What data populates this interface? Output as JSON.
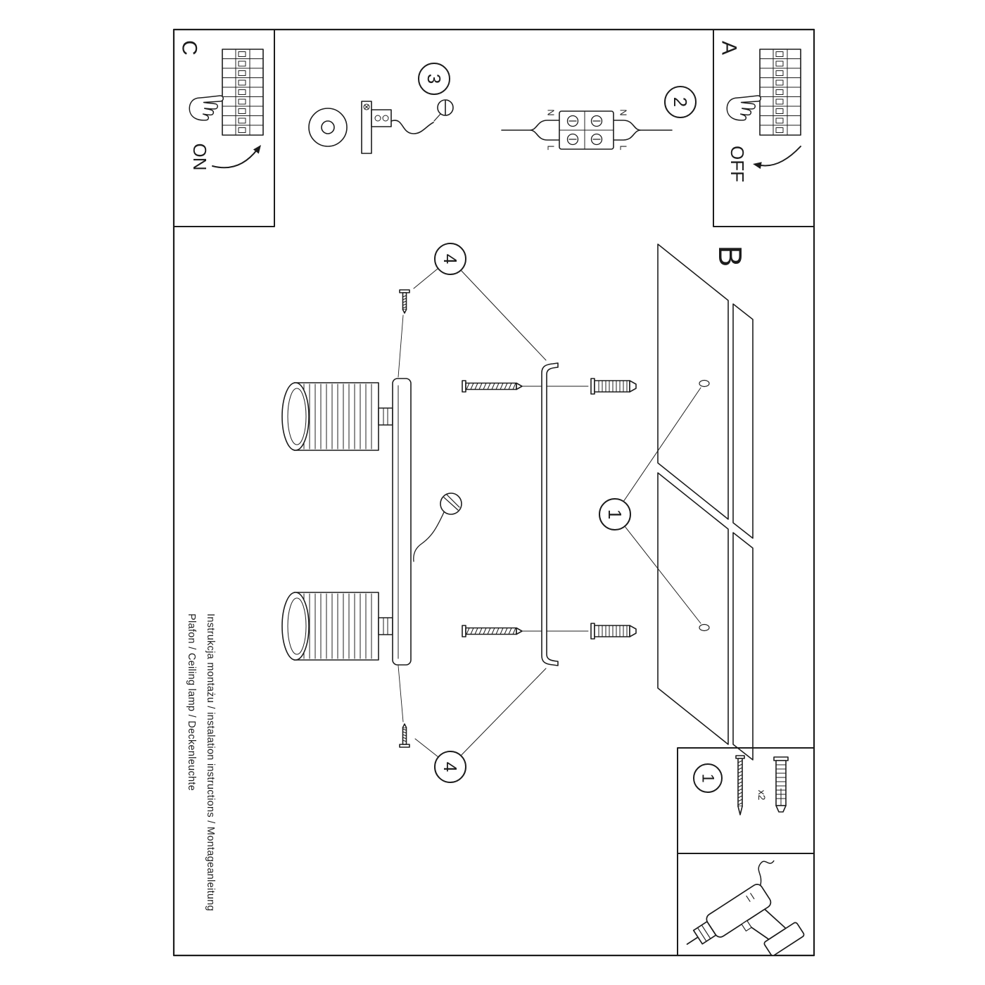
{
  "sheet": {
    "background": "#ffffff",
    "ink": "#1c1c1c"
  },
  "sections": {
    "a": {
      "label": "A",
      "state": "OFF"
    },
    "b": {
      "label": "B"
    },
    "c": {
      "label": "C",
      "state": "ON"
    }
  },
  "callouts": {
    "one": "1",
    "two": "2",
    "three": "3",
    "four": "4"
  },
  "terminal": {
    "left_top": "N",
    "left_bottom": "L",
    "right_top": "N",
    "right_bottom": "L"
  },
  "parts": {
    "qty": "x2"
  },
  "footer": {
    "line1": "Instrukcja montażu / instalation instructions / Montageanleitung",
    "line2": "Plafon / Ceiling lamp / Deckenleuchte"
  }
}
